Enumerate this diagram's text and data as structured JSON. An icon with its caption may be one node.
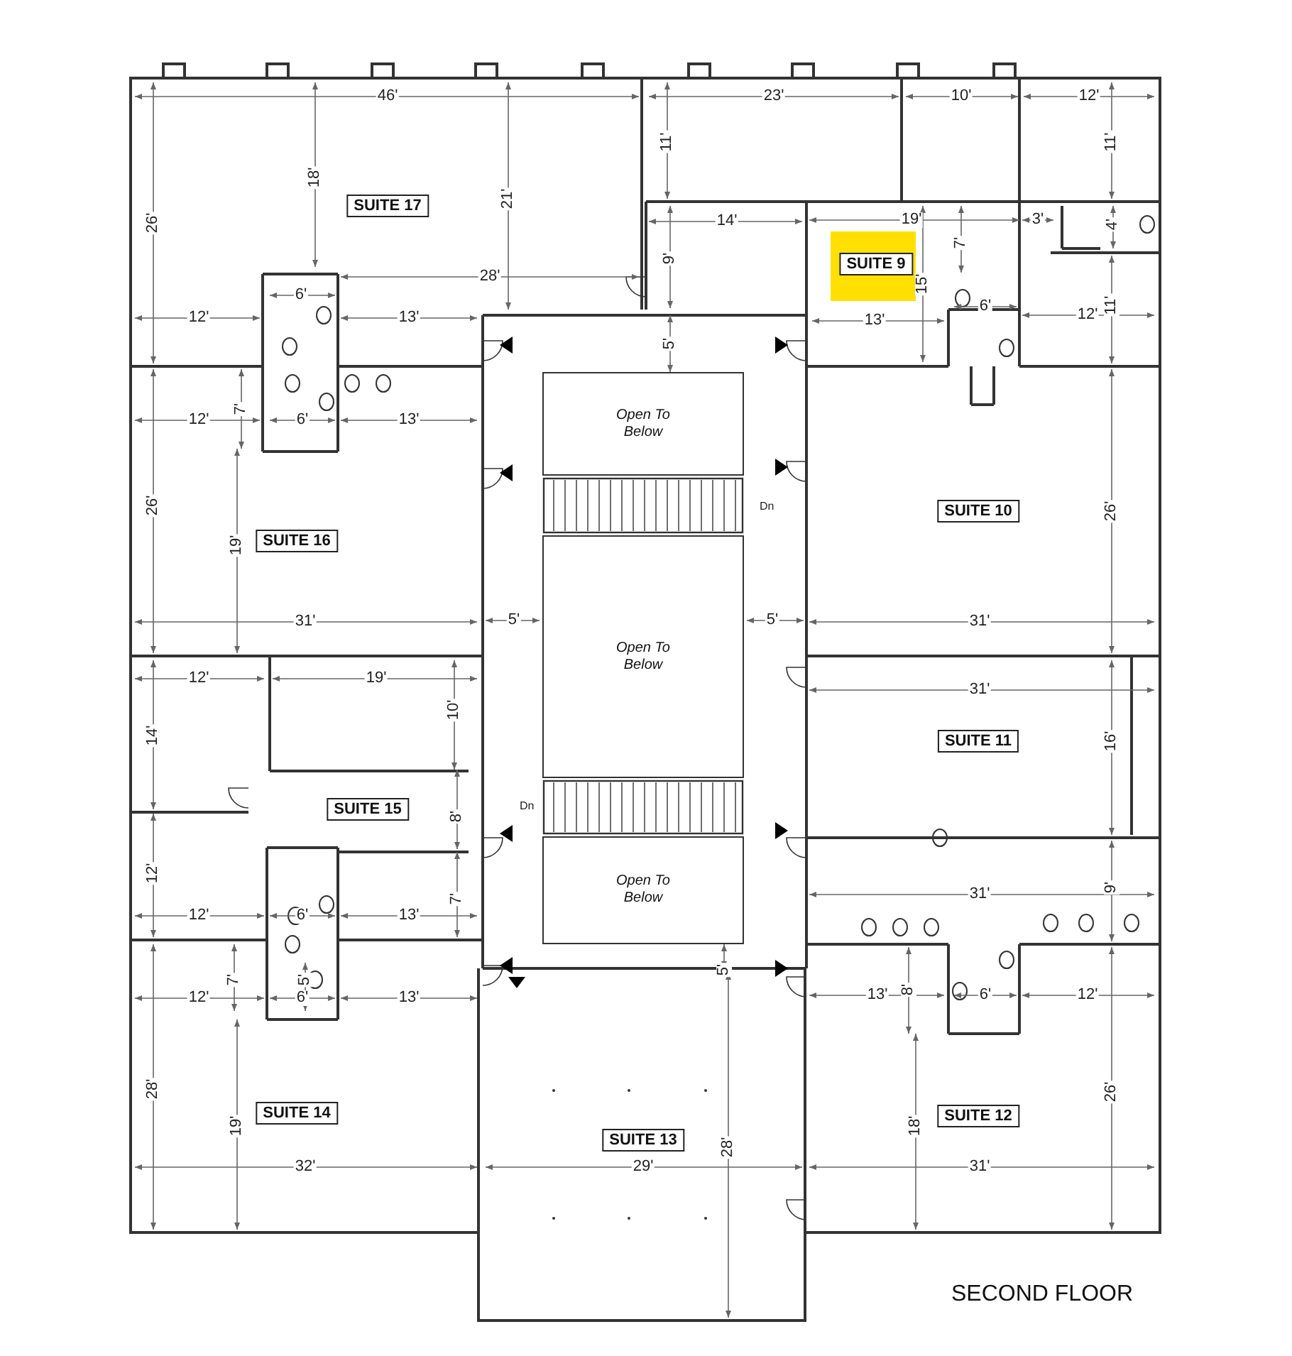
{
  "diagram": {
    "title": "SECOND FLOOR",
    "nodes": [
      {
        "text": [
          "SUITE 17"
        ]
      },
      {
        "text": [
          "SUITE 9"
        ]
      },
      {
        "text": [
          "Open To Below"
        ]
      },
      {
        "text": [
          "SUITE 10"
        ]
      },
      {
        "text": [
          "SUITE 16"
        ]
      },
      {
        "text": [
          "Open To Below"
        ]
      },
      {
        "text": [
          "SUITE 11"
        ]
      },
      {
        "text": [
          "SUITE 15"
        ]
      },
      {
        "text": [
          "Open To Below"
        ]
      },
      {
        "text": [
          "SUITE 14"
        ]
      },
      {
        "text": [
          "SUITE 12"
        ]
      },
      {
        "text": [
          "SUITE 13"
        ]
      }
    ],
    "labels": [
      "46'",
      "23'",
      "10'",
      "12'",
      "18'",
      "26'",
      "21'",
      "11'",
      "11'",
      "14'",
      "19'",
      "3'",
      "4'",
      "9'",
      "7'",
      "15'",
      "28'",
      "6'",
      "13'",
      "6'",
      "12'",
      "11'",
      "12'",
      "13'",
      "5'",
      "7'",
      "12'",
      "6'",
      "13'",
      "Dn",
      "26'",
      "19'",
      "26'",
      "31'",
      "5'",
      "5'",
      "31'",
      "31'",
      "12'",
      "19'",
      "10'",
      "14'",
      "16'",
      "Dn",
      "8'",
      "12'",
      "9'",
      "31'",
      "7'",
      "12'",
      "6'",
      "13'",
      "5'",
      "7'",
      "5'",
      "8'",
      "12'",
      "6'",
      "13'",
      "13'",
      "6'",
      "12'",
      "28'",
      "26'",
      "19'",
      "18'",
      "28'",
      "32'",
      "29'",
      "31'"
    ]
  }
}
